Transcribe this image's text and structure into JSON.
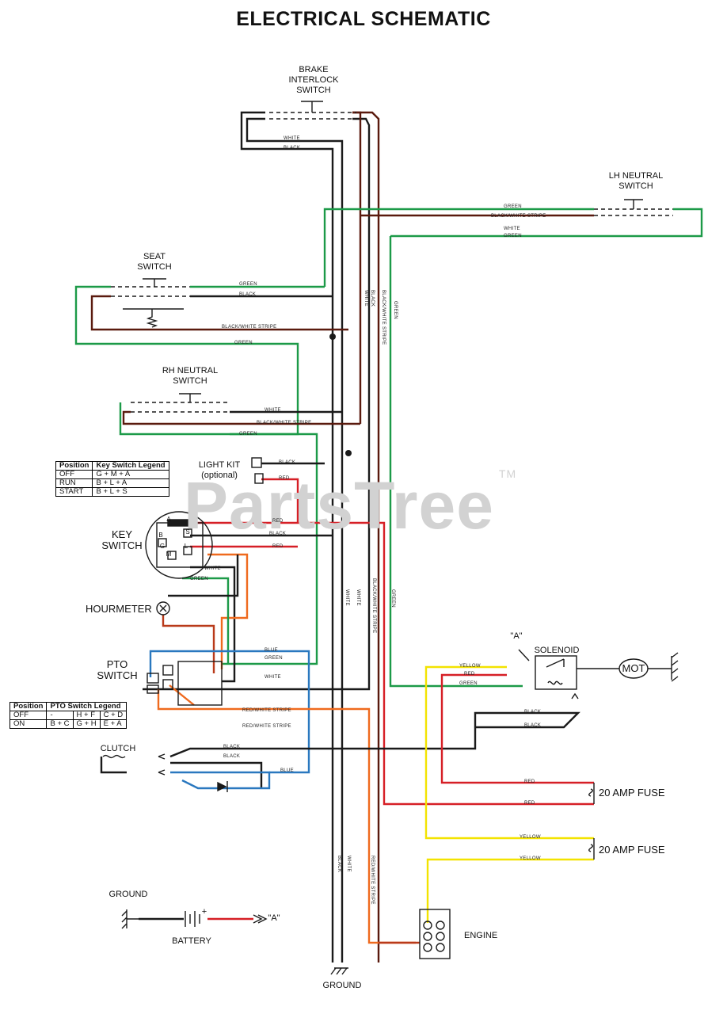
{
  "title": "ELECTRICAL SCHEMATIC",
  "watermark": {
    "text": "PartsTree",
    "mark": "TM"
  },
  "components": {
    "brake_interlock": [
      "BRAKE",
      "INTERLOCK",
      "SWITCH"
    ],
    "lh_neutral": [
      "LH NEUTRAL",
      "SWITCH"
    ],
    "seat": [
      "SEAT",
      "SWITCH"
    ],
    "rh_neutral": [
      "RH NEUTRAL",
      "SWITCH"
    ],
    "light_kit": [
      "LIGHT KIT",
      "(optional)"
    ],
    "key_switch": [
      "KEY",
      "SWITCH"
    ],
    "hourmeter": "HOURMETER",
    "pto_switch": [
      "PTO",
      "SWITCH"
    ],
    "clutch": "CLUTCH",
    "solenoid": "SOLENOID",
    "solenoid_ref": "\"A\"",
    "motor": "MOT",
    "fuse_1": "20 AMP FUSE",
    "fuse_2": "20 AMP FUSE",
    "ground_left": "GROUND",
    "battery": "BATTERY",
    "battery_ref": "\"A\"",
    "battery_plus": "+",
    "engine": "ENGINE",
    "ground_bottom": "GROUND"
  },
  "key_legend": {
    "headers": [
      "Position",
      "Key Switch Legend"
    ],
    "rows": [
      [
        "OFF",
        "G + M + A"
      ],
      [
        "RUN",
        "B + L + A"
      ],
      [
        "START",
        "B + L + S"
      ]
    ]
  },
  "pto_legend": {
    "headers": [
      "Position",
      "PTO Switch Legend"
    ],
    "rows": [
      [
        "OFF",
        "-",
        "H + F",
        "C + D"
      ],
      [
        "ON",
        "B + C",
        "G + H",
        "E + A"
      ]
    ]
  },
  "key_terminals": {
    "a": "A",
    "b": "B",
    "l": "L",
    "s": "S",
    "g": "G",
    "m": "M"
  },
  "wire_labels": {
    "brake_white": "WHITE",
    "brake_black": "BLACK",
    "lh_green_top": "GREEN",
    "lh_bws": "BLACK/WHITE STRIPE",
    "lh_white": "WHITE",
    "lh_green": "GREEN",
    "seat_green": "GREEN",
    "seat_black": "BLACK",
    "seat_bws": "BLACK/WHITE STRIPE",
    "seat_green_low": "GREEN",
    "rh_white": "WHITE",
    "rh_bws": "BLACK/WHITE STRIPE",
    "rh_green": "GREEN",
    "light_black": "BLACK",
    "light_red": "RED",
    "key_red": "RED",
    "key_black": "BLACK",
    "key_red2": "RED",
    "key_white": "WHITE",
    "key_green": "GREEN",
    "pto_blue": "BLUE",
    "pto_green": "GREEN",
    "pto_white": "WHITE",
    "pto_rws1": "RED/WHITE STRIPE",
    "pto_rws2": "RED/WHITE STRIPE",
    "clutch_black": "BLACK",
    "clutch_black2": "BLACK",
    "clutch_blue": "BLUE",
    "sol_yellow": "YELLOW",
    "sol_red": "RED",
    "sol_green": "GREEN",
    "bat_black1": "BLACK",
    "bat_black2": "BLACK",
    "fuse_red1": "RED",
    "fuse_red2": "RED",
    "fuse_yellow1": "YELLOW",
    "fuse_yellow2": "YELLOW",
    "v_black": "BLACK",
    "v_white": "WHITE",
    "v_bws": "BLACK/WHITE STRIPE",
    "v_green": "GREEN",
    "v_white2": "WHITE",
    "v_white3": "WHITE",
    "v_bws2": "BLACK/WHITE STRIPE",
    "v_green2": "GREEN",
    "v_black_low": "BLACK",
    "v_white_low": "WHITE",
    "v_rws_low": "RED/WHITE STRIPE"
  },
  "colors": {
    "black": "#1a1a1a",
    "white": "#1a1a1a",
    "brown": "#5a1a0e",
    "red": "#d61f26",
    "green": "#1c9a48",
    "blue": "#2a78bf",
    "orange": "#ef6a1e",
    "yellow": "#f3e300"
  }
}
